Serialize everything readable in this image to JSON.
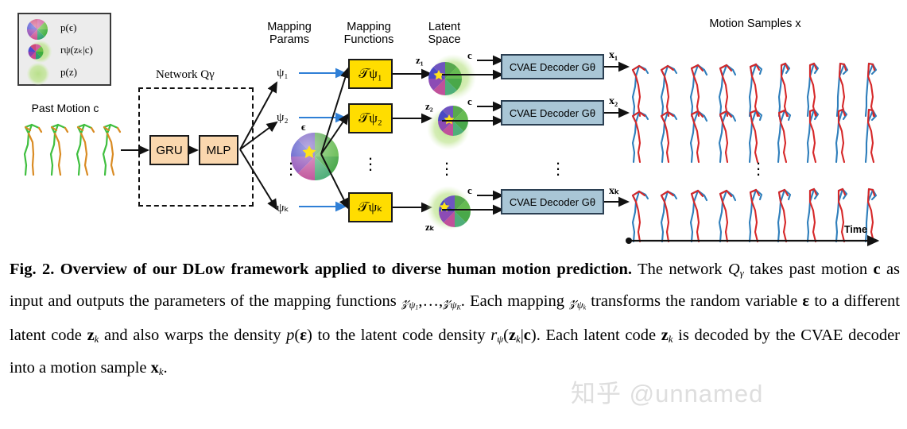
{
  "figure": {
    "legend": {
      "items": [
        {
          "id": "p-epsilon",
          "label": "p(ϵ)",
          "swatch": "pinwheel"
        },
        {
          "id": "r-psi",
          "label": "rψ(zₖ|c)",
          "swatch": "pinwheel-on-green"
        },
        {
          "id": "p-z",
          "label": "p(z)",
          "swatch": "green-blob"
        }
      ]
    },
    "past_motion_label": "Past Motion c",
    "network_label": "Network Qγ",
    "network_blocks": [
      {
        "id": "gru",
        "label": "GRU"
      },
      {
        "id": "mlp",
        "label": "MLP"
      }
    ],
    "column_headers": [
      {
        "id": "mapping-params",
        "label": "Mapping\nParams"
      },
      {
        "id": "mapping-functions",
        "label": "Mapping\nFunctions"
      },
      {
        "id": "latent-space",
        "label": "Latent\nSpace"
      },
      {
        "id": "motion-samples",
        "label": "Motion Samples x"
      }
    ],
    "epsilon_label": "ϵ",
    "psi_labels": [
      "ψ₁",
      "ψ₂",
      "ψₖ"
    ],
    "mapping_functions": [
      "𝒯ψ₁",
      "𝒯ψ₂",
      "𝒯ψₖ"
    ],
    "latent_codes": [
      "z₁",
      "z₂",
      "zₖ"
    ],
    "condition_label": "c",
    "decoder_label": "CVAE Decoder Gθ",
    "output_labels": [
      "x₁",
      "x₂",
      "xₖ"
    ],
    "time_axis_label": "Time",
    "ellipsis": "⋮",
    "rows": 3,
    "frames_per_row": 9,
    "past_motion_frames": 4,
    "colors": {
      "box_mlp": "#fad7ae",
      "box_mapping": "#FFDD00",
      "box_decoder": "#a9c6d6",
      "legend_bg": "#ececec",
      "arrow_blue": "#2f7fd6",
      "arrow_black": "#111111",
      "skeleton_red": "#d62728",
      "skeleton_blue": "#2e7ebb",
      "past_green": "#3fbf3f",
      "past_orange": "#d98b23",
      "blob_green": "#b9e08a",
      "star_yellow": "#ffe31a"
    }
  },
  "caption": {
    "lines": [
      "Fig. 2. Overview of our DLow framework applied to diverse human motion",
      "prediction. The network Qγ takes past motion c as input and outputs the parameters",
      "of the mapping functions 𝒯ψ₁,…,𝒯ψₖ. Each mapping 𝒯ψₖ transforms the random",
      "variable ϵ to a different latent code zₖ and also warps the density p(ϵ) to the latent",
      "code density rψ(zₖ|c). Each latent code zₖ is decoded by the CVAE decoder into a",
      "motion sample xₖ."
    ],
    "bold_prefix_1": "Fig. 2. Overview of our DLow framework applied to diverse human motion",
    "bold_prefix_2": "prediction."
  },
  "watermark": {
    "text": "知乎 @unnamed"
  }
}
